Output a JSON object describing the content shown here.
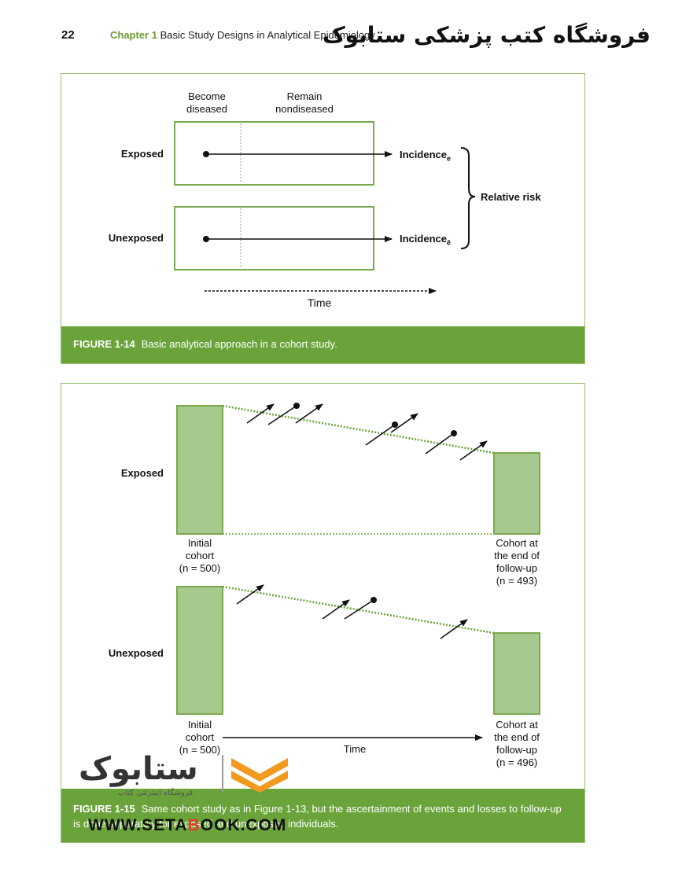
{
  "header": {
    "page_number": "22",
    "chapter_label": "Chapter 1",
    "chapter_title": "Basic Study Designs in Analytical Epidemiology",
    "overlay_text_fa": "فروشگاه کتب پزشکی ستابوک"
  },
  "figure14": {
    "label": "FIGURE 1-14",
    "caption": "Basic analytical approach in a cohort study.",
    "col_diseased_1": "Become",
    "col_diseased_2": "diseased",
    "col_nondiseased_1": "Remain",
    "col_nondiseased_2": "nondiseased",
    "row_exposed": "Exposed",
    "row_unexposed": "Unexposed",
    "incidence_exposed": "Incidence",
    "incidence_exposed_sub": "e",
    "incidence_unexposed": "Incidence",
    "incidence_unexposed_sub": "ē",
    "relative_risk": "Relative risk",
    "time": "Time"
  },
  "figure15": {
    "label": "FIGURE 1-15",
    "caption": "Same cohort study as in Figure 1-13, but the ascertainment of events and losses to follow-up is done separately for exposed and unexposed individuals.",
    "row_exposed": "Exposed",
    "row_unexposed": "Unexposed",
    "initial_1": "Initial",
    "initial_2": "cohort",
    "n_exposed_initial": "(n = 500)",
    "n_unexposed_initial": "(n = 500)",
    "end_1": "Cohort at",
    "end_2": "the end of",
    "end_3": "follow-up",
    "n_exposed_end": "(n = 493)",
    "n_unexposed_end": "(n = 496)",
    "time": "Time"
  },
  "watermark": {
    "logo_fa": "ستابوک",
    "sub_fa": "فروشگاه اینترنتی کتاب",
    "site_pre": "WWW.SETA",
    "site_red": "B",
    "site_post": "OOK.COM"
  },
  "colors": {
    "accent_green": "#6aa33a",
    "box_fill": "#a8c98e",
    "box_stroke": "#7aa84e",
    "frame": "#9cbf73"
  }
}
